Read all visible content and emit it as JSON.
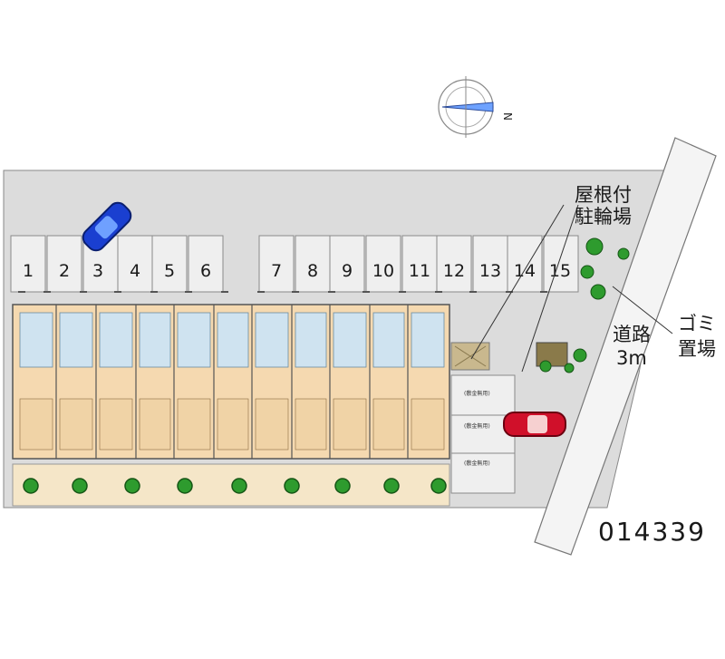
{
  "map": {
    "compass_label": "N",
    "labels": {
      "bike_parking_line1": "屋根付",
      "bike_parking_line2": "駐輪場",
      "road_line1": "道路",
      "road_line2": "3m",
      "garbage_line1": "ゴミ",
      "garbage_line2": "置場",
      "property_code": "014339"
    },
    "parking_spaces": [
      "1",
      "2",
      "3",
      "4",
      "5",
      "6",
      "7",
      "8",
      "9",
      "10",
      "11",
      "12",
      "13",
      "14",
      "15"
    ],
    "reserved_spaces": [
      "(敷金無用)",
      "(敷金無用)",
      "(敷金無用)"
    ],
    "colors": {
      "ground": "#dcdcdc",
      "building": "#f5d9b0",
      "road": "#f2f2f2",
      "blue_car": "#1a3fd0",
      "red_car": "#d0102a",
      "tree": "#2e9b2e"
    }
  }
}
